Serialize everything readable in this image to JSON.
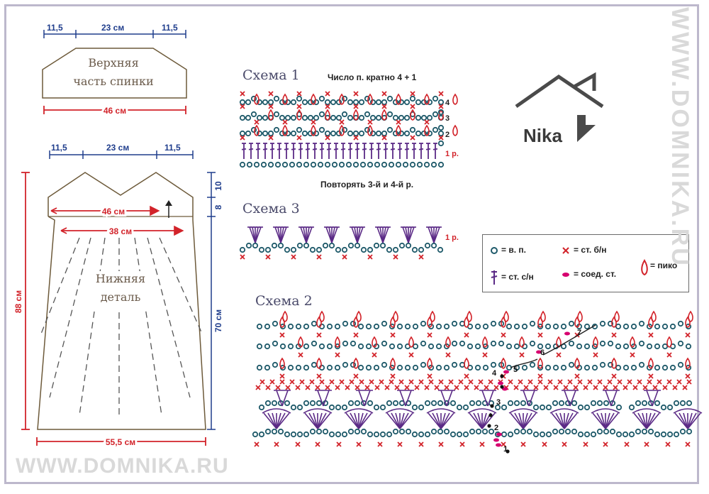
{
  "watermark": {
    "bottom": "WWW.DOMNIKA.RU",
    "side": "WWW.DOMNIKA.RU"
  },
  "logo": {
    "text": "Nika"
  },
  "colors": {
    "blue": "#1f3d8c",
    "red": "#d2232a",
    "purple": "#5b2a86",
    "teal": "#1f5a6a",
    "pink": "#d6006f",
    "outline": "#6d5a3a"
  },
  "top_piece": {
    "label_line1": "Верхняя",
    "label_line2": "часть спинки",
    "dim_left": "11,5",
    "dim_mid": "23 см",
    "dim_right": "11,5",
    "dim_width": "46 см"
  },
  "lower_piece": {
    "label_line1": "Нижняя",
    "label_line2": "деталь",
    "dim_left": "11,5",
    "dim_mid": "23 см",
    "dim_right": "11,5",
    "dim_width_top": "46 см",
    "dim_width_mid": "38 см",
    "dim_bottom": "55,5 см",
    "dim_height": "88 см",
    "dim_side_10": "10",
    "dim_side_8": "8",
    "dim_side_70": "70 см"
  },
  "scheme1": {
    "title": "Схема 1",
    "note": "Число п. кратно 4 + 1",
    "rows": [
      "4",
      "3",
      "2",
      "1 р."
    ],
    "repeat": "Повторять 3-й и 4-й р."
  },
  "scheme3": {
    "title": "Схема 3",
    "row": "1 р."
  },
  "scheme2": {
    "title": "Схема 2",
    "step_numbers": [
      "1",
      "2",
      "3",
      "4",
      "5",
      "6",
      "7"
    ]
  },
  "legend": {
    "chain": "= в. п.",
    "sc": "= ст. б/н",
    "dc": "= ст. с/н",
    "slst": "= соед. ст.",
    "picot": "= пико"
  }
}
